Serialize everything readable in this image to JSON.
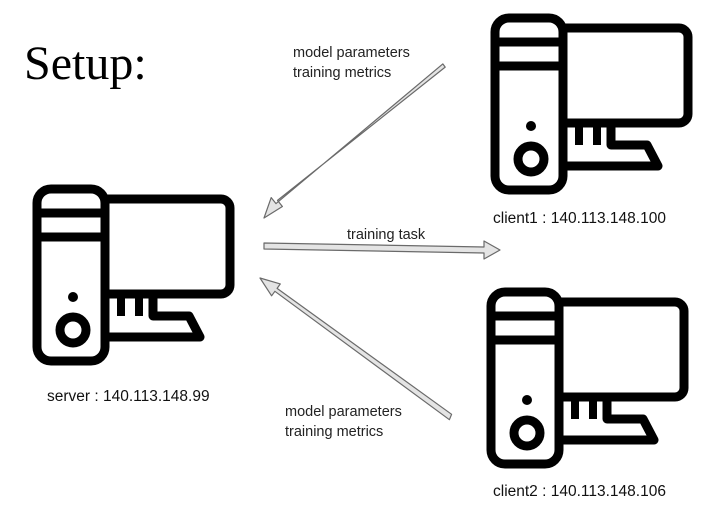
{
  "title": "Setup:",
  "nodes": {
    "server": {
      "label": "server : 140.113.148.99",
      "icon": "computer-icon"
    },
    "client1": {
      "label": "client1 : 140.113.148.100",
      "icon": "computer-icon"
    },
    "client2": {
      "label": "client2 : 140.113.148.106",
      "icon": "computer-icon"
    }
  },
  "edges": {
    "client1_to_server": {
      "lines": [
        "model parameters",
        "training metrics"
      ]
    },
    "server_to_client1": {
      "lines": [
        "training task"
      ]
    },
    "client2_to_server": {
      "lines": [
        "model parameters",
        "training metrics"
      ]
    }
  },
  "colors": {
    "icon": "#000000",
    "arrow_fill": "#e4e4e4",
    "arrow_stroke": "#6a6a6a"
  }
}
